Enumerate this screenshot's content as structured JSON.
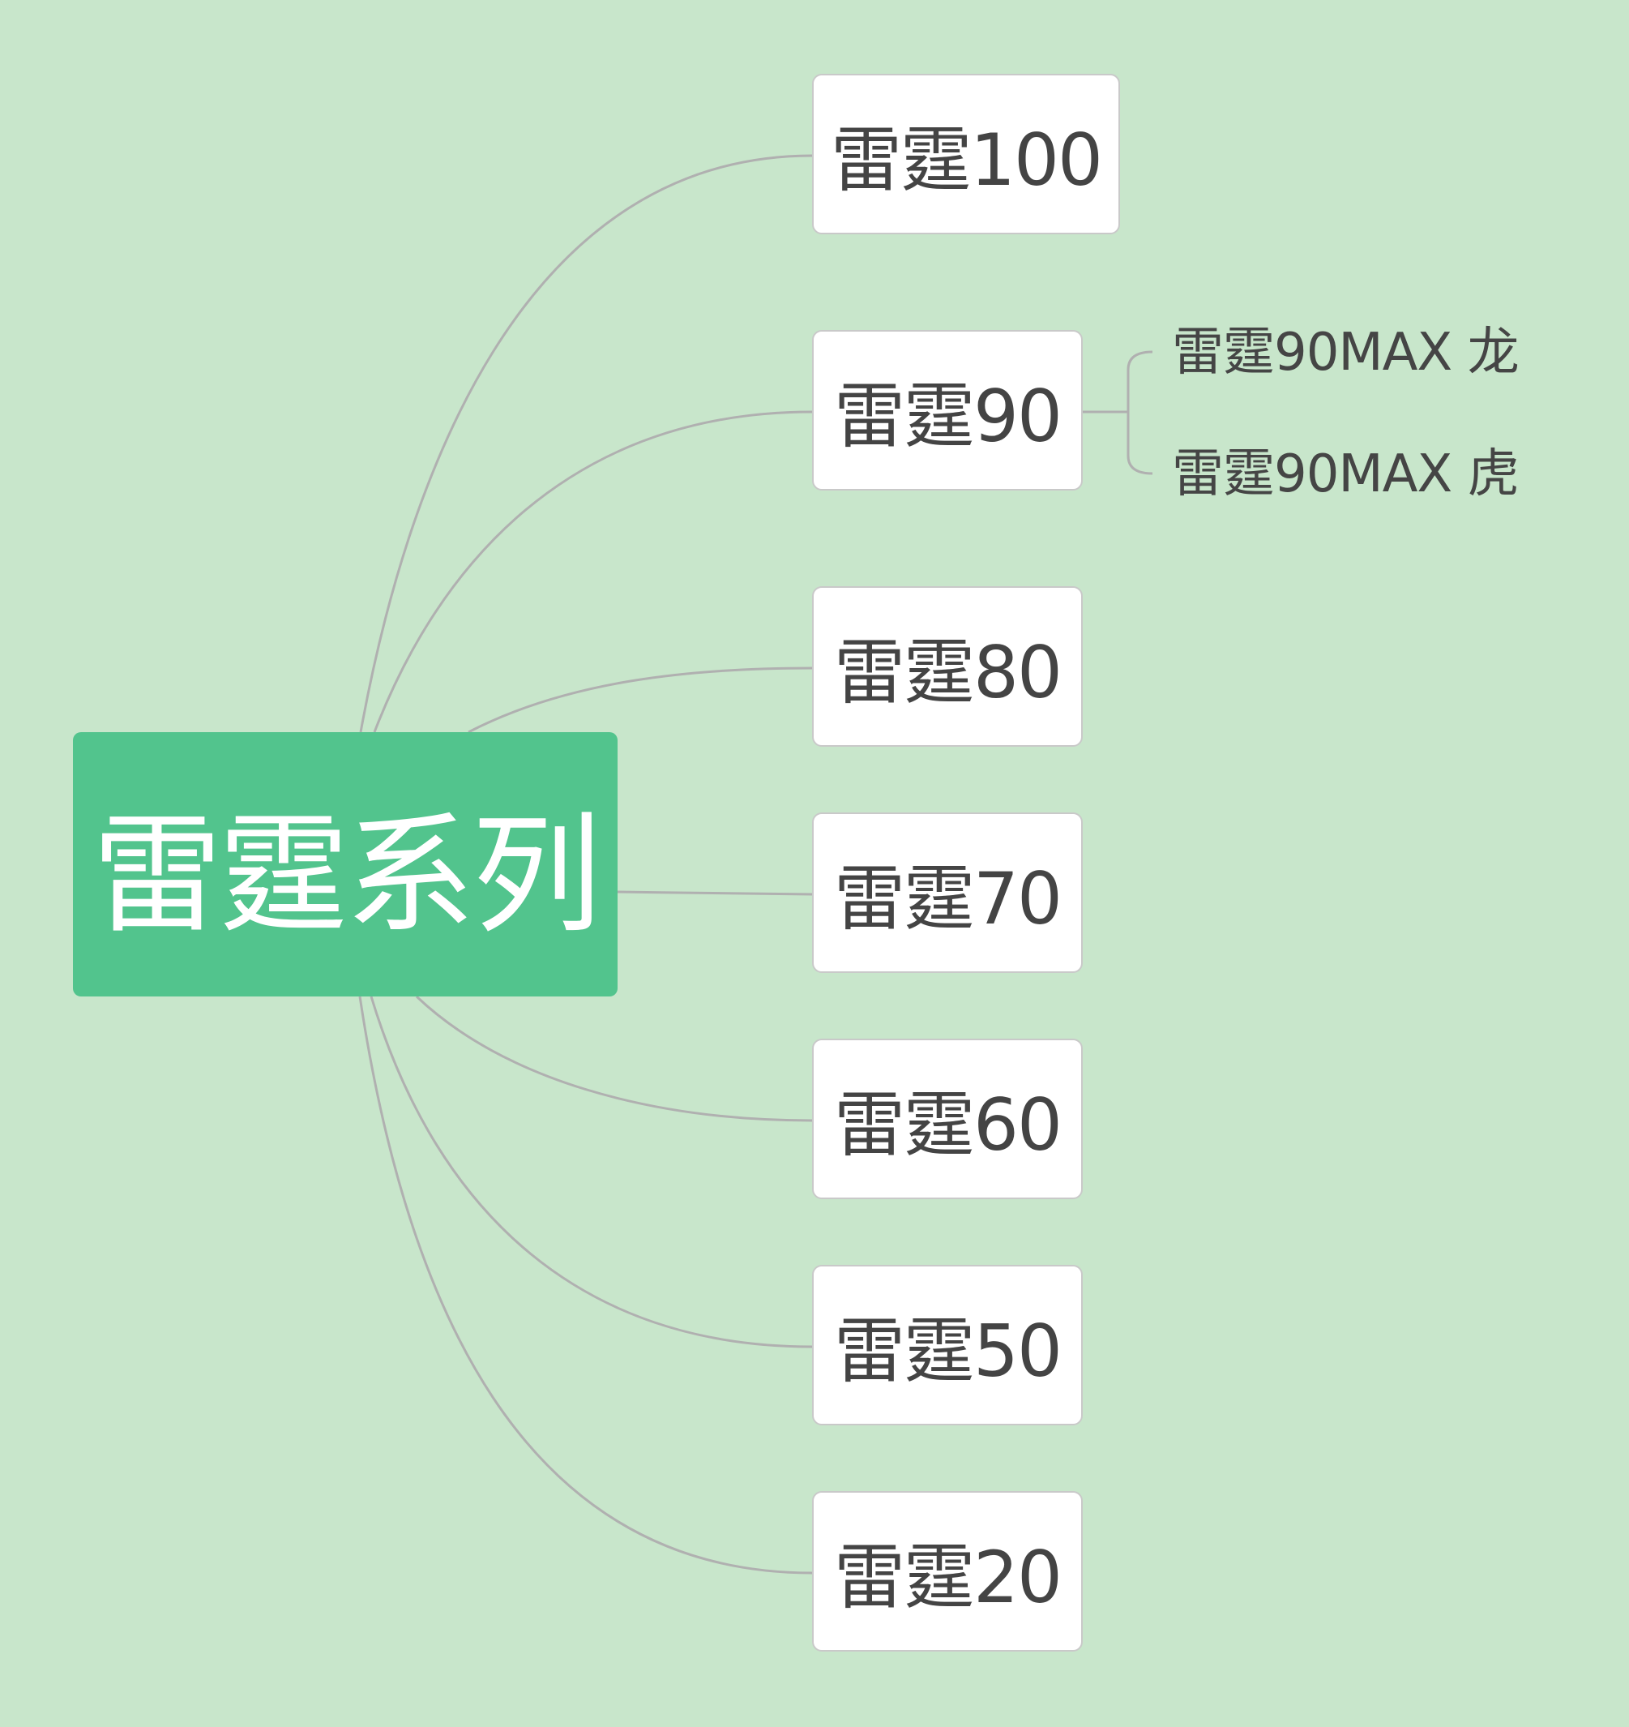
{
  "root": {
    "label": "雷霆系列"
  },
  "branches": [
    {
      "label": "雷霆100"
    },
    {
      "label": "雷霆90"
    },
    {
      "label": "雷霆80"
    },
    {
      "label": "雷霆70"
    },
    {
      "label": "雷霆60"
    },
    {
      "label": "雷霆50"
    },
    {
      "label": "雷霆20"
    }
  ],
  "sub_branches": [
    {
      "label": "雷霆90MAX 龙"
    },
    {
      "label": "雷霆90MAX 虎"
    }
  ],
  "colors": {
    "background": "#c8e6cb",
    "root_fill": "#52c48d",
    "node_fill": "#ffffff",
    "node_border": "#c9c9c9",
    "connector": "#b0b0b0",
    "text": "#444444"
  }
}
